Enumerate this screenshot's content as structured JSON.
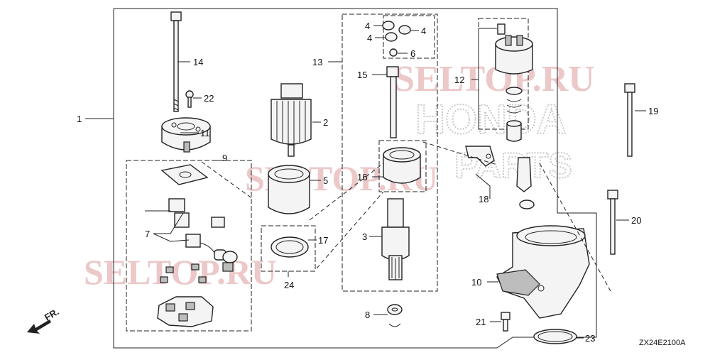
{
  "diagram_code": "ZX24E2100A",
  "direction_label": "FR.",
  "watermarks": {
    "seltop_1": "SELTOP.RU",
    "seltop_2": "SELTOP.RU",
    "seltop_3": "SELTOP.RU",
    "honda_1": "HONDA",
    "honda_2": "PARTS"
  },
  "callouts": {
    "c1": "1",
    "c2": "2",
    "c3": "3",
    "c4a": "4",
    "c4b": "4",
    "c4c": "4",
    "c5": "5",
    "c6": "6",
    "c7": "7",
    "c8": "8",
    "c9": "9",
    "c10": "10",
    "c11": "11",
    "c12": "12",
    "c13": "13",
    "c14": "14",
    "c15": "15",
    "c16": "16",
    "c17": "17",
    "c18": "18",
    "c19": "19",
    "c20": "20",
    "c21": "21",
    "c22": "22",
    "c23": "23",
    "c24": "24"
  }
}
